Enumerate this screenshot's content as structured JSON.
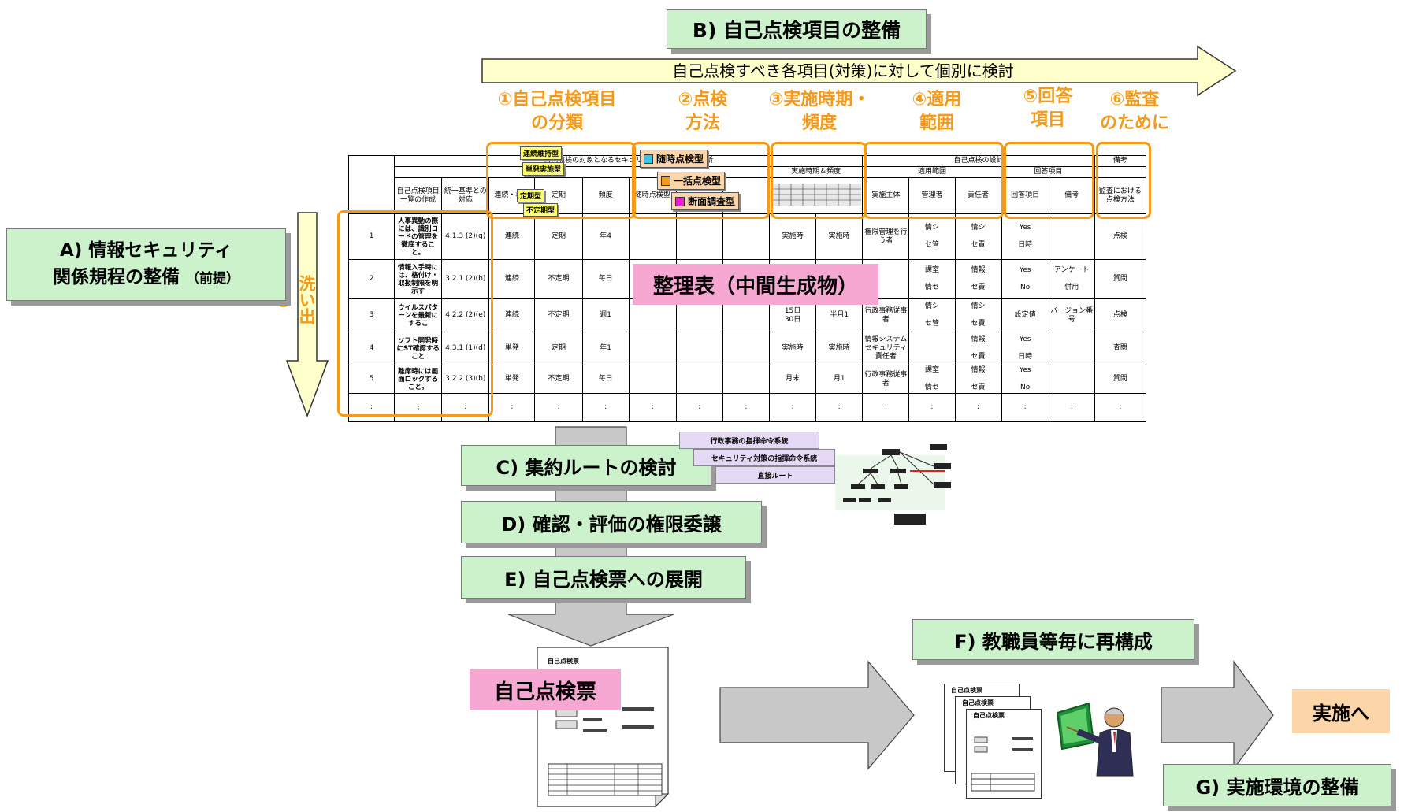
{
  "boxes": {
    "b": "B) 自己点検項目の整備",
    "a_line1": "A) 情報セキュリティ",
    "a_line2": "関係規程の整備",
    "a_note": "（前提）",
    "c": "C) 集約ルートの検討",
    "d": "D) 確認・評価の権限委譲",
    "e": "E) 自己点検票への展開",
    "f": "F) 教職員等毎に再構成",
    "g": "G) 実施環境の整備"
  },
  "arrows": {
    "top": "自己点検すべき各項目(対策)に対して個別に検討",
    "side": "洗い出し"
  },
  "categories": [
    "①自己点検項目\nの分類",
    "②点検\n方法",
    "③実施時期・\n頻度",
    "④適用\n範囲",
    "⑤回答\n項目",
    "⑥監査\nのために"
  ],
  "tags": {
    "t1": "連続維持型",
    "t2": "単発実施型",
    "t3": "定期型",
    "t4": "不定期型",
    "m1": "随時点検型",
    "m2": "一括点検型",
    "m3": "断面調査型"
  },
  "labels": {
    "seiri": "整理表（中間生成物）",
    "jikotenkenhyo": "自己点検票",
    "jisshi": "実施へ",
    "paper_title": "自己点検票"
  },
  "table": {
    "h_left": "自己点検の対象となるセキュリティ対策の整理・分析",
    "h_right": "自己点検の設計",
    "h_bikou": "備考",
    "h_jiki": "実施時期＆頻度",
    "h_hanni": "適用範囲",
    "h_kaitou": "回答項目",
    "cols": [
      "",
      "自己点検項目\n一覧の作成",
      "統一基準との対応",
      "連続・単発",
      "定期",
      "頻度",
      "随時点検型",
      "",
      "",
      "",
      "",
      "実施主体",
      "管理者",
      "責任者",
      "回答項目",
      "備考",
      "監査における点検方法"
    ],
    "rows": [
      [
        "1",
        "人事異動の際には、識別コードの管理を徹底すること。",
        "4.1.3 (2)(g)",
        "連続",
        "定期",
        "年4",
        "",
        "",
        "",
        "実施時",
        "実施時",
        "権限管理を行う者",
        "情シ\n\nセ管",
        "情シ\n\nセ責",
        "Yes\n\n日時",
        "",
        "点検"
      ],
      [
        "2",
        "情報入手時には、格付け・取扱制限を明示す",
        "3.2.1 (2)(b)",
        "連続",
        "不定期",
        "毎日",
        "",
        "",
        "",
        "",
        "",
        "",
        "課室\n\n情セ",
        "情報\n\nセ責",
        "Yes\n\nNo",
        "アンケート\n\n併用",
        "質問"
      ],
      [
        "3",
        "ウイルスパターンを最新にするこ",
        "4.2.2 (2)(e)",
        "連続",
        "不定期",
        "週1",
        "",
        "",
        "",
        "15日\n30日",
        "半月1",
        "行政事務従事者",
        "情シ\n\nセ管",
        "情シ\n\nセ責",
        "設定値",
        "バージョン番号",
        "点検"
      ],
      [
        "4",
        "ソフト開発時にST確認すること",
        "4.3.1 (1)(d)",
        "単発",
        "定期",
        "年1",
        "",
        "",
        "",
        "実施時",
        "実施時",
        "情報システムセキュリティ責任者",
        "",
        "情報\n\nセ責",
        "Yes\n\n日時",
        "",
        "査閲"
      ],
      [
        "5",
        "離席時には画面ロックすること。",
        "3.2.2 (3)(b)",
        "単発",
        "不定期",
        "毎日",
        "",
        "",
        "",
        "月末",
        "月1",
        "行政事務従事者",
        "課室\n\n情セ",
        "情報\n\nセ責",
        "Yes\n\nNo",
        "",
        "質問"
      ],
      [
        ":",
        ":",
        ":",
        ":",
        ":",
        ":",
        ":",
        ":",
        ":",
        ":",
        ":",
        ":",
        ":",
        ":",
        ":",
        ":",
        ":"
      ]
    ]
  },
  "route_tags": {
    "r1": "行政事務の指揮命令系統",
    "r2": "セキュリティ対策の指揮命令系統",
    "r3": "直接ルート"
  },
  "colors": {
    "green_box": "#ccf2cc",
    "arrow_yellow": "#ffffcc",
    "orange": "#f59a18",
    "pink": "#f7a8d2",
    "grey_arrow": "#c8c8c8",
    "peach": "#fcd5a8"
  }
}
